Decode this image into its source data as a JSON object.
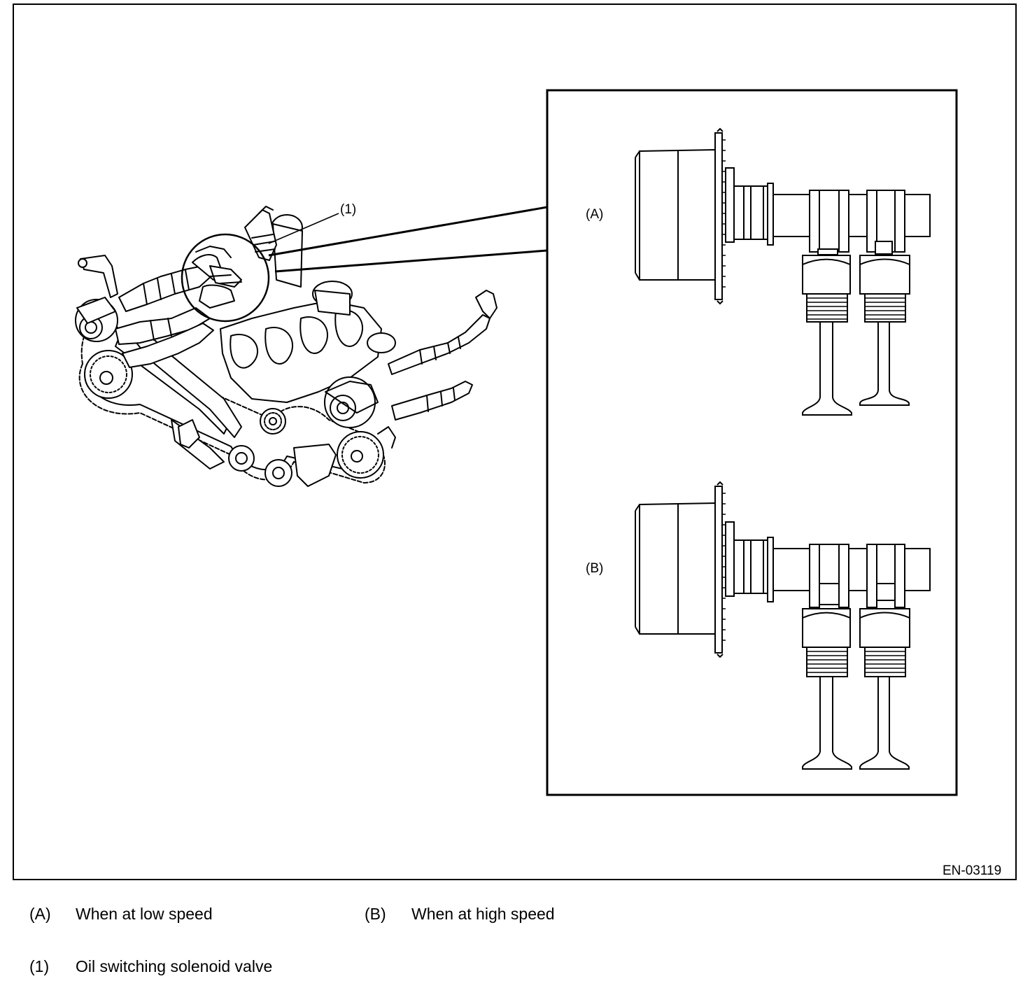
{
  "figure": {
    "id_label": "EN-03119",
    "callouts": {
      "solenoid": "(1)",
      "state_a": "(A)",
      "state_b": "(B)"
    }
  },
  "legend": [
    {
      "key": "(A)",
      "text": "When at low speed"
    },
    {
      "key": "(B)",
      "text": "When at high speed"
    },
    {
      "key": "(1)",
      "text": "Oil switching solenoid valve"
    }
  ],
  "colors": {
    "ink": "#000000",
    "paper": "#ffffff"
  }
}
